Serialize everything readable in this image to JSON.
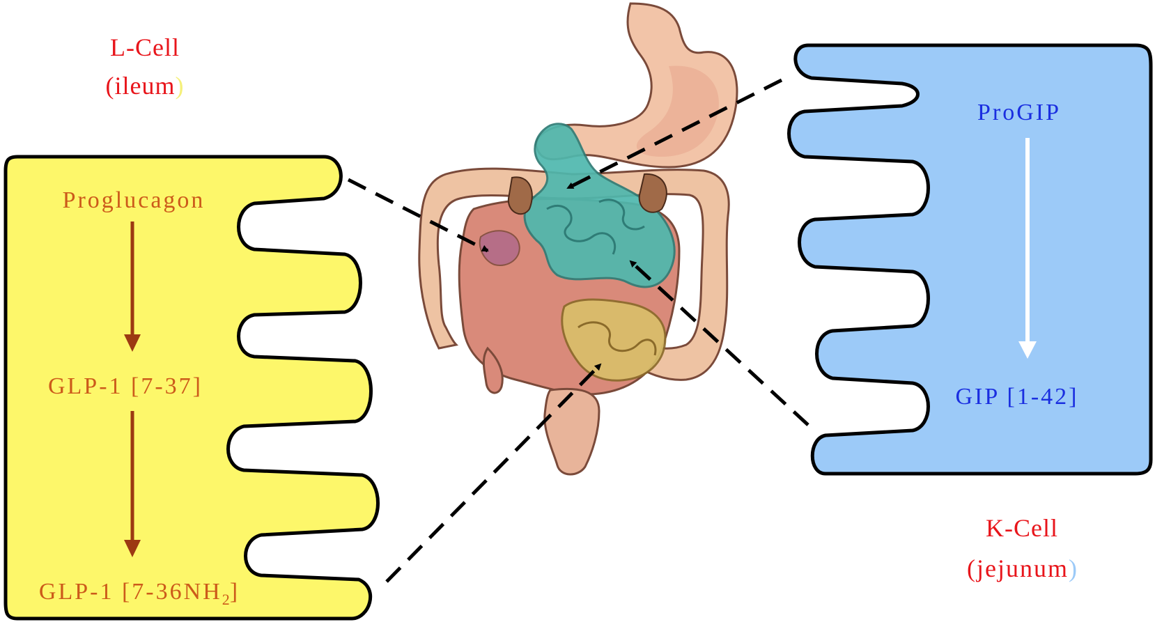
{
  "l_cell": {
    "title": "L-Cell",
    "location_open": "(ileum",
    "location_close": ")",
    "fill_color": "#fdf76a",
    "label_color": "#cc5a1a",
    "arrow_color": "#9c3a12",
    "steps": [
      "Proglucagon",
      "GLP-1 [7-37]"
    ],
    "final_main": "GLP-1 [7-36NH",
    "final_sub": "2",
    "final_close": "]"
  },
  "k_cell": {
    "title": "K-Cell",
    "location_open": "(jejunum",
    "location_close": ")",
    "fill_color": "#9ccaf8",
    "label_color": "#1a2ee0",
    "arrow_color": "#ffffff",
    "steps": [
      "ProGIP",
      "GIP [1-42]"
    ]
  },
  "colors": {
    "title_red": "#e8151b",
    "ileum_paren": "#f5f07a",
    "jejunum_paren": "#9ccaf8"
  },
  "intestine": {
    "jejunum_highlight": "#4fb8ae",
    "ileum_highlight": "#d9c06a"
  }
}
